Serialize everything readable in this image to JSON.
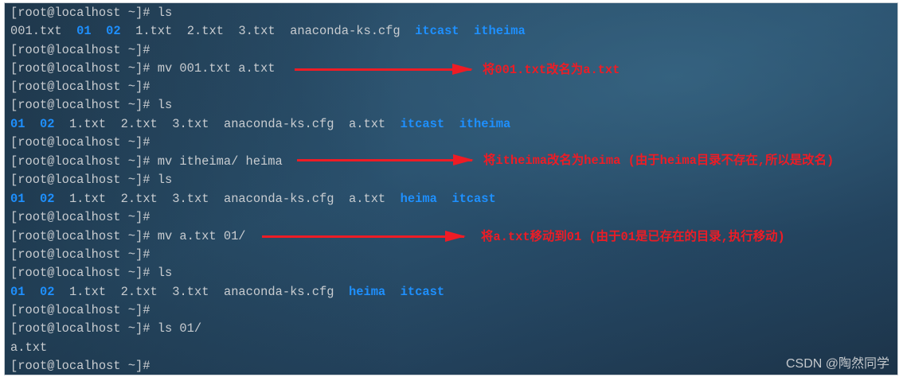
{
  "terminal": {
    "prompt": "[root@localhost ~]#",
    "lines": [
      {
        "type": "command",
        "text": "[root@localhost ~]# ls"
      },
      {
        "type": "ls_output",
        "items": [
          {
            "name": "001.txt",
            "kind": "file"
          },
          {
            "name": "01",
            "kind": "dir"
          },
          {
            "name": "02",
            "kind": "dir"
          },
          {
            "name": "1.txt",
            "kind": "file"
          },
          {
            "name": "2.txt",
            "kind": "file"
          },
          {
            "name": "3.txt",
            "kind": "file"
          },
          {
            "name": "anaconda-ks.cfg",
            "kind": "file"
          },
          {
            "name": "itcast",
            "kind": "dir"
          },
          {
            "name": "itheima",
            "kind": "dir"
          }
        ]
      },
      {
        "type": "command",
        "text": "[root@localhost ~]#"
      },
      {
        "type": "command",
        "text": "[root@localhost ~]# mv 001.txt a.txt"
      },
      {
        "type": "command",
        "text": "[root@localhost ~]#"
      },
      {
        "type": "command",
        "text": "[root@localhost ~]# ls"
      },
      {
        "type": "ls_output",
        "items": [
          {
            "name": "01",
            "kind": "dir"
          },
          {
            "name": "02",
            "kind": "dir"
          },
          {
            "name": "1.txt",
            "kind": "file"
          },
          {
            "name": "2.txt",
            "kind": "file"
          },
          {
            "name": "3.txt",
            "kind": "file"
          },
          {
            "name": "anaconda-ks.cfg",
            "kind": "file"
          },
          {
            "name": "a.txt",
            "kind": "file"
          },
          {
            "name": "itcast",
            "kind": "dir"
          },
          {
            "name": "itheima",
            "kind": "dir"
          }
        ]
      },
      {
        "type": "command",
        "text": "[root@localhost ~]#"
      },
      {
        "type": "command",
        "text": "[root@localhost ~]# mv itheima/ heima"
      },
      {
        "type": "command",
        "text": "[root@localhost ~]# ls"
      },
      {
        "type": "ls_output",
        "items": [
          {
            "name": "01",
            "kind": "dir"
          },
          {
            "name": "02",
            "kind": "dir"
          },
          {
            "name": "1.txt",
            "kind": "file"
          },
          {
            "name": "2.txt",
            "kind": "file"
          },
          {
            "name": "3.txt",
            "kind": "file"
          },
          {
            "name": "anaconda-ks.cfg",
            "kind": "file"
          },
          {
            "name": "a.txt",
            "kind": "file"
          },
          {
            "name": "heima",
            "kind": "dir"
          },
          {
            "name": "itcast",
            "kind": "dir"
          }
        ]
      },
      {
        "type": "command",
        "text": "[root@localhost ~]#"
      },
      {
        "type": "command",
        "text": "[root@localhost ~]# mv a.txt 01/"
      },
      {
        "type": "command",
        "text": "[root@localhost ~]#"
      },
      {
        "type": "command",
        "text": "[root@localhost ~]# ls"
      },
      {
        "type": "ls_output",
        "items": [
          {
            "name": "01",
            "kind": "dir"
          },
          {
            "name": "02",
            "kind": "dir"
          },
          {
            "name": "1.txt",
            "kind": "file"
          },
          {
            "name": "2.txt",
            "kind": "file"
          },
          {
            "name": "3.txt",
            "kind": "file"
          },
          {
            "name": "anaconda-ks.cfg",
            "kind": "file"
          },
          {
            "name": "heima",
            "kind": "dir"
          },
          {
            "name": "itcast",
            "kind": "dir"
          }
        ]
      },
      {
        "type": "command",
        "text": "[root@localhost ~]#"
      },
      {
        "type": "command",
        "text": "[root@localhost ~]# ls 01/"
      },
      {
        "type": "output",
        "text": "a.txt"
      },
      {
        "type": "command",
        "text": "[root@localhost ~]#"
      }
    ]
  },
  "annotations": [
    {
      "text": "将001.txt改名为a.txt",
      "line": 3
    },
    {
      "text": "将itheima改名为heima (由于heima目录不存在,所以是改名)",
      "line": 8
    },
    {
      "text": "将a.txt移动到01 (由于01是已存在的目录,执行移动)",
      "line": 12
    }
  ],
  "colors": {
    "text": "#c8ccd0",
    "directory": "#1e90ff",
    "annotation": "#ee1c25",
    "background_light": "#2c5370",
    "background_dark": "#1c3348"
  },
  "watermark": "CSDN @陶然同学"
}
